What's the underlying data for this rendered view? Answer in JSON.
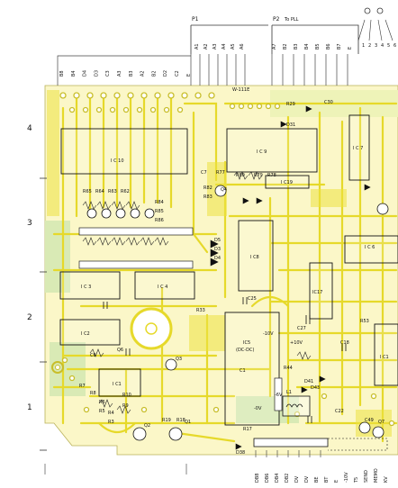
{
  "header": {
    "p1": "P1",
    "p2": "P2",
    "p2_note": "To PLL",
    "p1_pins": [
      "A1",
      "A2",
      "A3",
      "A4",
      "A5",
      "A6"
    ],
    "p2_pins": [
      "A7",
      "B2",
      "B3",
      "B4",
      "B5",
      "B6",
      "B7",
      "E"
    ]
  },
  "top_pins": [
    "B8",
    "B4",
    "D4",
    "D3",
    "C3",
    "A3",
    "B3",
    "A2",
    "B2",
    "D2",
    "C2",
    "E"
  ],
  "board_code": "W-111E",
  "row_numbers": [
    "4",
    "3",
    "2",
    "1"
  ],
  "chips": [
    {
      "id": "ic10",
      "label": "I C 10"
    },
    {
      "id": "ic9",
      "label": "I C 9"
    },
    {
      "id": "ic7",
      "label": "I C 7"
    },
    {
      "id": "ic19",
      "label": "I C19"
    },
    {
      "id": "ic8",
      "label": "I C8"
    },
    {
      "id": "ic6",
      "label": "I C 6"
    },
    {
      "id": "ic3",
      "label": "I C 3"
    },
    {
      "id": "ic4",
      "label": "I C 4"
    },
    {
      "id": "ic17",
      "label": "IC17"
    },
    {
      "id": "ic2",
      "label": "I C2"
    },
    {
      "id": "ic5",
      "label": "IC5"
    },
    {
      "id": "ic5_note",
      "label": "(DC-DC)"
    },
    {
      "id": "ic1",
      "label": "I C1"
    },
    {
      "id": "ic11",
      "label": "I C1"
    }
  ],
  "components": [
    "R29",
    "D31",
    "C30",
    "R80",
    "R79",
    "R78",
    "R77",
    "C7",
    "R82",
    "R83",
    "R65",
    "R64",
    "R63",
    "R62",
    "R84",
    "R85",
    "R86",
    "D5",
    "D3",
    "D4",
    "C25",
    "R33",
    "C1",
    "C27",
    "D43",
    "C18",
    "R53",
    "R44",
    "D41",
    "C22",
    "L1",
    "R17",
    "D38",
    "R19",
    "R18",
    "R10",
    "R9",
    "R8",
    "R6",
    "R5",
    "R4",
    "R3",
    "Q1",
    "Q2",
    "Q3",
    "Q4",
    "Q7",
    "C49",
    "Q6",
    "C6",
    "R7"
  ],
  "voltages": [
    "-10V",
    "+10V",
    "-6V",
    "-0V"
  ],
  "bottom_labels": [
    "DB8",
    "DB6",
    "DB4",
    "DB2",
    "DV",
    "DV",
    "BE",
    "BT",
    "E",
    "-10V",
    "T5",
    "SEND",
    "MEMO",
    "KV"
  ],
  "corner_pins": [
    "1",
    "2",
    "3",
    "4",
    "5",
    "6"
  ]
}
